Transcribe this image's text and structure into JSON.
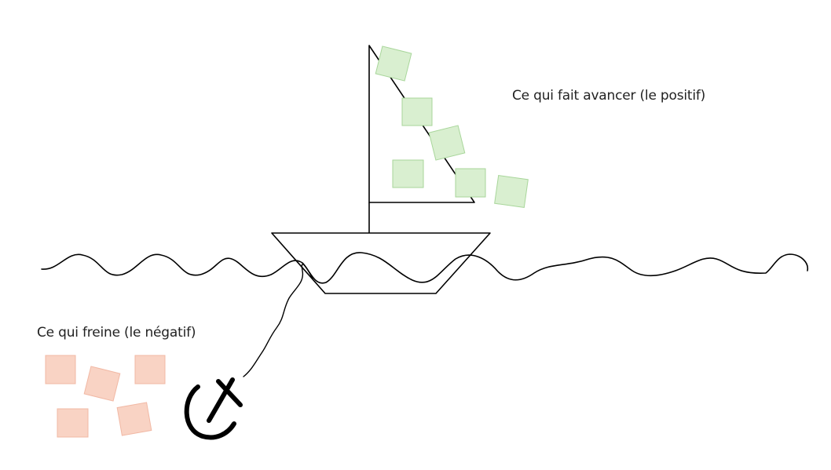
{
  "labels": {
    "positive": "Ce qui fait avancer (le positif)",
    "negative": "Ce qui freine (le négatif)"
  },
  "colors": {
    "positive_fill": "#d9efd0",
    "positive_stroke": "#a8d69a",
    "negative_fill": "#f9d3c4",
    "negative_stroke": "#f1b8a4",
    "ink": "#000000"
  },
  "elements": {
    "positive_notes": 6,
    "negative_notes": 5
  }
}
